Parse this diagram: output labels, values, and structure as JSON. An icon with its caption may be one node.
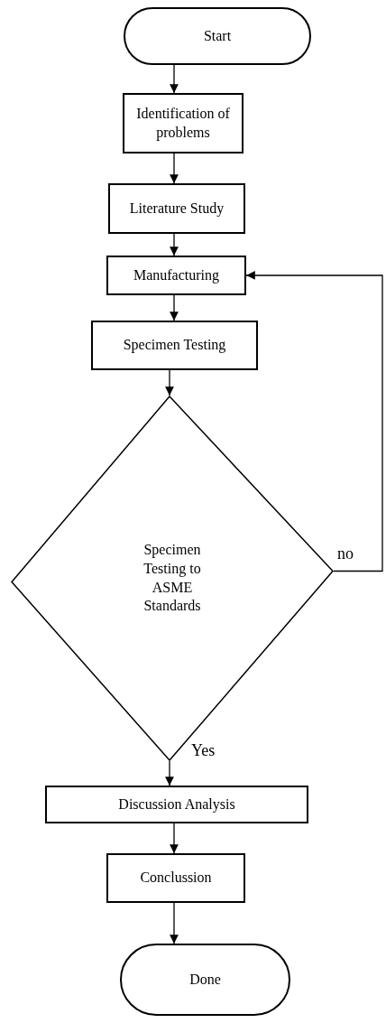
{
  "diagram": {
    "nodes": [
      {
        "text": [
          "Start"
        ]
      },
      {
        "text": [
          "Identification of problems"
        ]
      },
      {
        "text": [
          "Literature Study"
        ]
      },
      {
        "text": [
          "Manufacturing"
        ]
      },
      {
        "text": [
          "Specimen Testing"
        ]
      },
      {
        "text": [
          "Specimen Testing to ASME Standards"
        ]
      },
      {
        "text": [
          "Discussion Analysis"
        ]
      },
      {
        "text": [
          "Conclussion"
        ]
      },
      {
        "text": [
          "Done"
        ]
      }
    ],
    "edges": [
      {
        "from": 0,
        "to": 1,
        "arrow": "to"
      },
      {
        "from": 1,
        "to": 2,
        "arrow": "to"
      },
      {
        "from": 2,
        "to": 3,
        "arrow": "to"
      },
      {
        "from": 3,
        "to": 4,
        "arrow": "to"
      },
      {
        "from": 4,
        "to": 5,
        "arrow": "to"
      },
      {
        "from": 5,
        "to": 6,
        "arrow": "to",
        "label": "Yes"
      },
      {
        "from": 5,
        "to": 3,
        "arrow": "to",
        "label": "no"
      },
      {
        "from": 6,
        "to": 7,
        "arrow": "to"
      },
      {
        "from": 7,
        "to": 8,
        "arrow": "to"
      }
    ]
  }
}
